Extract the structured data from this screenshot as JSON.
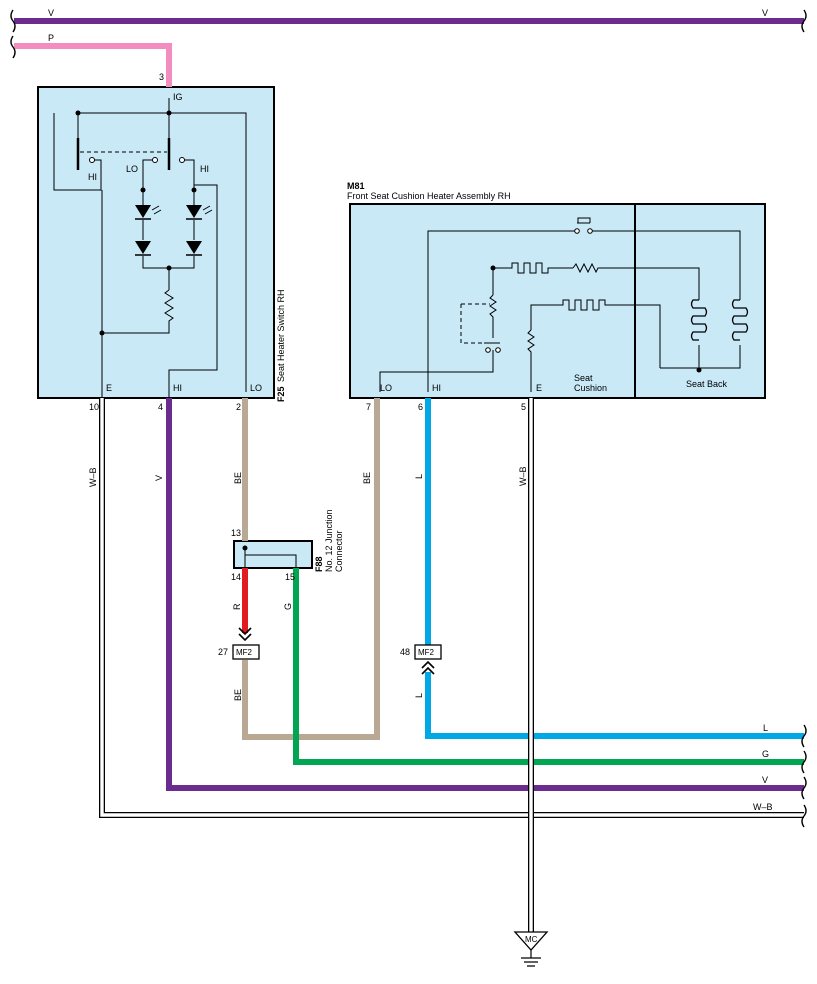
{
  "colors": {
    "V": "#6b2c8f",
    "P": "#f38cbf",
    "BE": "#b9a894",
    "R": "#e11b22",
    "G": "#00a651",
    "L": "#00a9e6",
    "box_fill": "#c9e9f7"
  },
  "wires": {
    "top_v": "V",
    "top_p": "P",
    "w_wb_left": "W–B",
    "w_v_left": "V",
    "w_be_left": "BE",
    "w_be_mid": "BE",
    "w_l_mid": "L",
    "w_wb_mid": "W–B",
    "w_r": "R",
    "w_g": "G",
    "w_be_low": "BE",
    "w_l_low": "L",
    "bot_l": "L",
    "bot_g": "G",
    "bot_v": "V",
    "bot_wb": "W–B"
  },
  "switch": {
    "code": "F25",
    "name": "Seat Heater Switch RH",
    "pin_ig": "IG",
    "pin_e": "E",
    "pin_hi": "HI",
    "pin_lo": "LO",
    "sw_hi_left": "HI",
    "sw_lo": "LO",
    "sw_hi_right": "HI",
    "pin3": "3",
    "pin10": "10",
    "pin4": "4",
    "pin2": "2"
  },
  "heater": {
    "code": "M81",
    "name": "Front Seat Cushion Heater Assembly RH",
    "pin_lo": "LO",
    "pin_hi": "HI",
    "pin_e": "E",
    "pin7": "7",
    "pin6": "6",
    "pin5": "5",
    "seat_cushion_1": "Seat",
    "seat_cushion_2": "Cushion",
    "seat_back": "Seat Back"
  },
  "junction": {
    "code": "F88",
    "name1": "No. 12 Junction",
    "name2": "Connector",
    "pin13": "13",
    "pin14": "14",
    "pin15": "15"
  },
  "connectors": {
    "mf2_a": "MF2",
    "mf2_a_pin": "27",
    "mf2_b": "MF2",
    "mf2_b_pin": "48"
  },
  "ground": {
    "label": "MC"
  }
}
